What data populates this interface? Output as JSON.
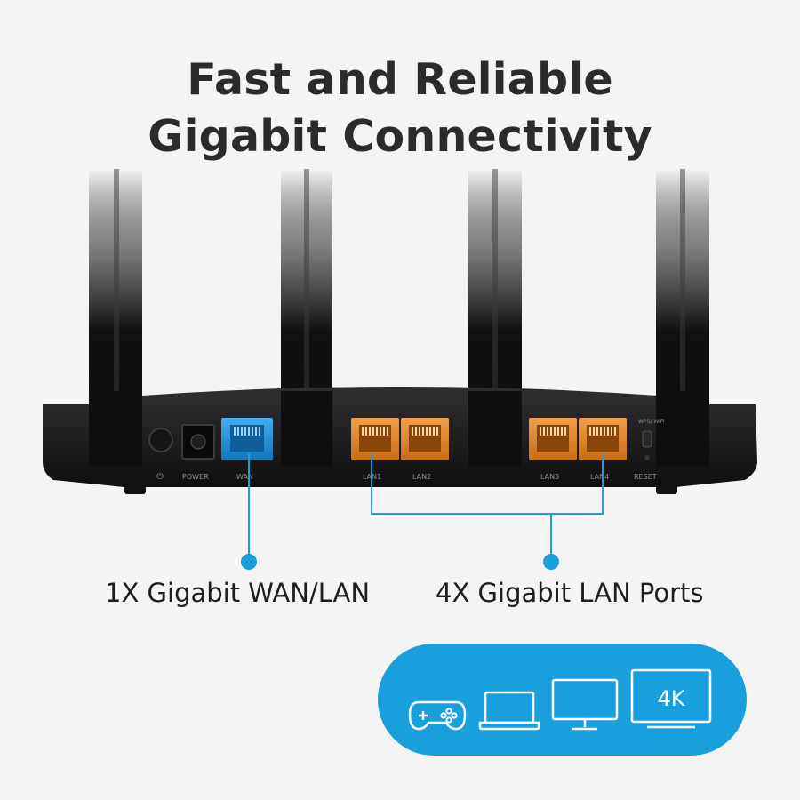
{
  "headline": {
    "line1": "Fast and Reliable",
    "line2": "Gigabit Connectivity"
  },
  "router": {
    "port_labels": {
      "power_symbol": "⏻",
      "power": "POWER",
      "wan": "WAN",
      "lan1": "LAN1",
      "lan2": "LAN2",
      "lan3": "LAN3",
      "lan4": "LAN4",
      "reset": "RESET",
      "wps": "WPS/ WiFi"
    },
    "colors": {
      "body": "#1c1c1e",
      "wan_port": "#1b8fd6",
      "lan_port": "#e8892b",
      "callout_line": "#1a9fdd"
    }
  },
  "callouts": {
    "wan": "1X Gigabit WAN/LAN",
    "lan": "4X Gigabit LAN Ports"
  },
  "devices": {
    "icons": [
      "gamepad-icon",
      "laptop-icon",
      "monitor-icon",
      "tv-4k-icon"
    ],
    "tv_text": "4K"
  }
}
